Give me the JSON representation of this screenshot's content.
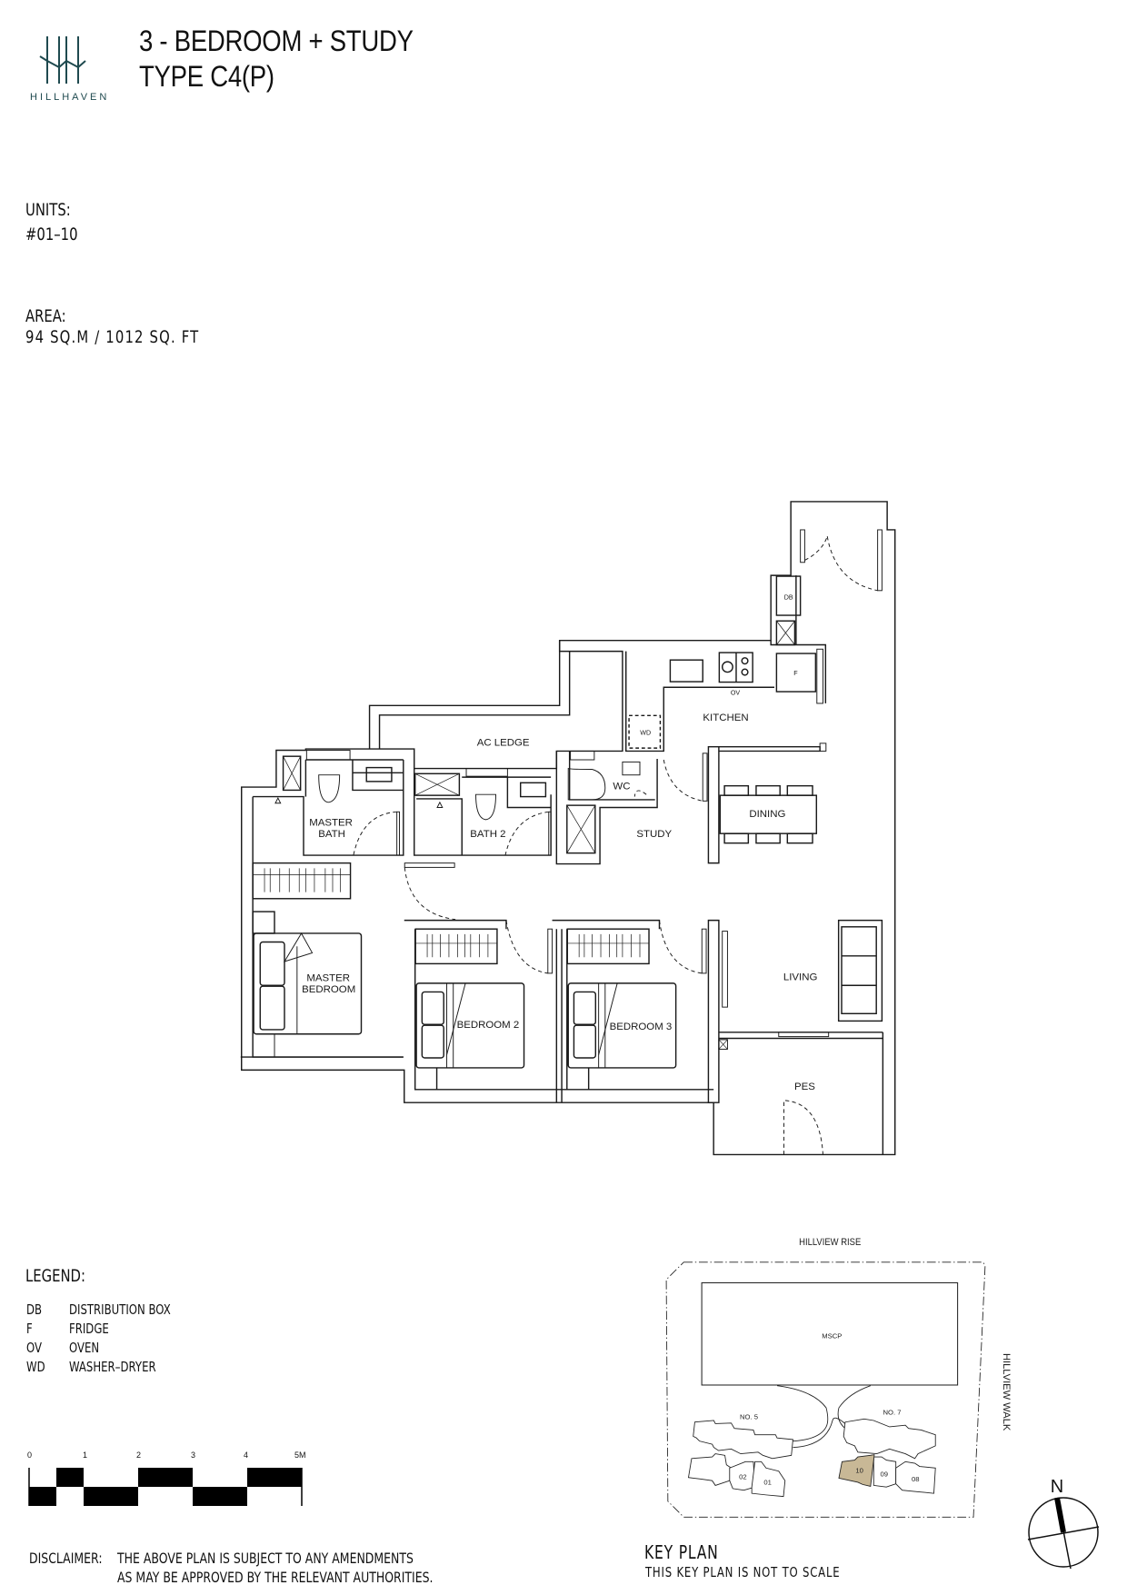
{
  "brand": {
    "name": "HILLHAVEN",
    "logo_icon": "hillhaven-logo-icon",
    "color": "#1f4a4f"
  },
  "header": {
    "title_line1": "3 - BEDROOM + STUDY",
    "title_line2": "TYPE C4(P)"
  },
  "unit_info": {
    "units_label": "UNITS:",
    "units_value": "#01–10",
    "area_label": "AREA:",
    "area_value": "94 SQ.M / 1012 SQ. FT"
  },
  "floorplan": {
    "rooms": {
      "ac_ledge": "AC LEDGE",
      "kitchen": "KITCHEN",
      "master_bath_l1": "MASTER",
      "master_bath_l2": "BATH",
      "bath2": "BATH 2",
      "wc": "WC",
      "study": "STUDY",
      "dining": "DINING",
      "master_bedroom_l1": "MASTER",
      "master_bedroom_l2": "BEDROOM",
      "bedroom2": "BEDROOM 2",
      "bedroom3": "BEDROOM 3",
      "living": "LIVING",
      "pes": "PES"
    },
    "fixtures": {
      "db": "DB",
      "fridge": "F",
      "oven": "OV",
      "washer_dryer": "WD"
    },
    "colors": {
      "line": "#1a1a1a"
    }
  },
  "legend": {
    "title": "LEGEND:",
    "items": [
      {
        "code": "DB",
        "description": "DISTRIBUTION  BOX"
      },
      {
        "code": "F",
        "description": "FRIDGE"
      },
      {
        "code": "OV",
        "description": "OVEN"
      },
      {
        "code": "WD",
        "description": "WASHER–DRYER"
      }
    ]
  },
  "scale_bar": {
    "ticks": [
      "0",
      "1",
      "2",
      "3",
      "4",
      "5M"
    ]
  },
  "disclaimer": {
    "label": "DISCLAIMER:",
    "line1": "THE  ABOVE  PLAN  IS  SUBJECT  TO  ANY  AMENDMENTS",
    "line2": "AS  MAY  BE  APPROVED  BY  THE  RELEVANT  AUTHORITIES."
  },
  "key_plan": {
    "title": "KEY  PLAN",
    "subtitle": "THIS  KEY  PLAN  IS  NOT  TO  SCALE",
    "road_top": "HILLVIEW RISE",
    "road_right": "HILLVIEW WALK",
    "mscp": "MSCP",
    "blocks": [
      {
        "label": "NO. 5",
        "units": [
          "02",
          "01"
        ]
      },
      {
        "label": "NO. 7",
        "units": [
          "10",
          "09",
          "08"
        ]
      }
    ],
    "highlighted_unit": "10",
    "highlight_color": "#c8b896"
  },
  "compass": {
    "north_label": "N"
  }
}
